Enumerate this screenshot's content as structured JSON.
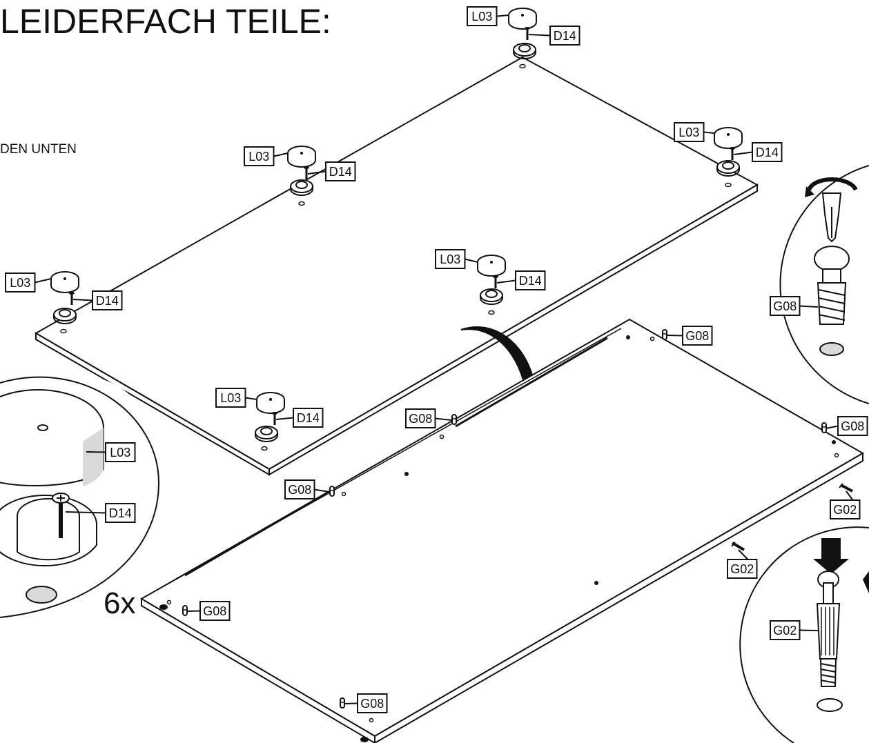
{
  "header": {
    "title": "LEIDERFACH TEILE:",
    "subtitle": "DEN UNTEN"
  },
  "quantity": "6x",
  "labels": {
    "foot_cap": "L03",
    "screw": "D14",
    "dowel": "G08",
    "cam_bolt": "G02"
  },
  "colors": {
    "line": "#111111",
    "fill": "#ffffff",
    "shade": "#d9d9d9"
  }
}
